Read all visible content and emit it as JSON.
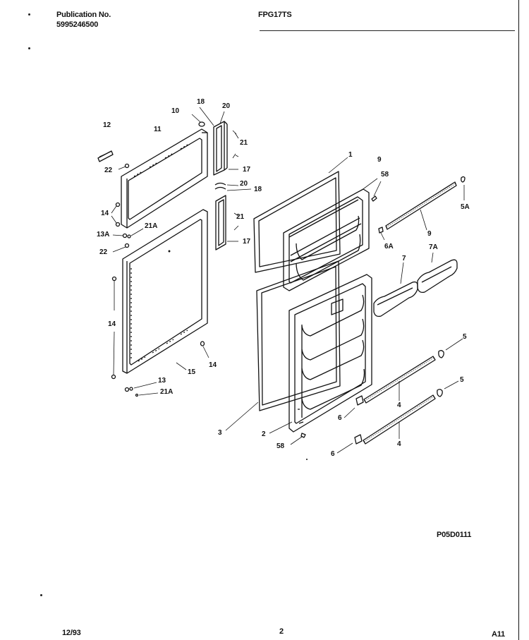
{
  "header": {
    "publication_label": "Publication No.",
    "publication_number": "5995246500",
    "model": "FPG17TS"
  },
  "footer": {
    "date": "12/93",
    "page": "2",
    "section": "A11"
  },
  "drawing_code": "P05D0111",
  "callouts": {
    "c12": "12",
    "c11": "11",
    "c10": "10",
    "c18a": "18",
    "c20a": "20",
    "c21a": "21",
    "c17a": "17",
    "c22a": "22",
    "c14a": "14",
    "c13a": "13A",
    "c21A_a": "21A",
    "c20b": "20",
    "c18b": "18",
    "c21b": "21",
    "c17b": "17",
    "c22b": "22",
    "c14b": "14",
    "c14c": "14",
    "c15": "15",
    "c13": "13",
    "c21A_b": "21A",
    "c1": "1",
    "c9a": "9",
    "c58a": "58",
    "c6A": "6A",
    "c9b": "9",
    "c5A": "5A",
    "c7": "7",
    "c7A": "7A",
    "c5a": "5",
    "c5b": "5",
    "c4a": "4",
    "c4b": "4",
    "c6a": "6",
    "c6b": "6",
    "c3": "3",
    "c2": "2",
    "c58b": "58"
  }
}
